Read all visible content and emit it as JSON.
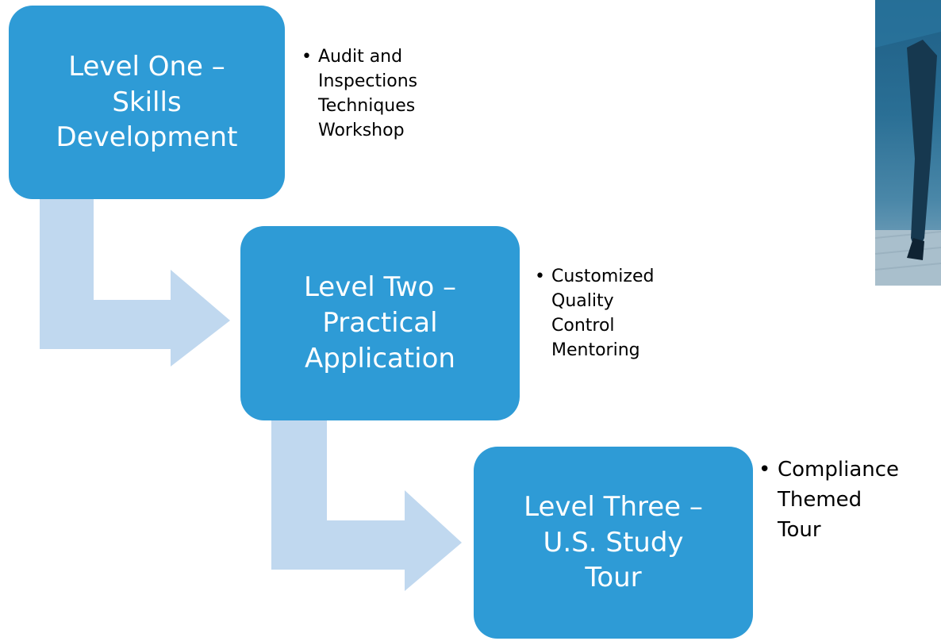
{
  "colors": {
    "box_fill": "#2e9bd6",
    "arrow_fill": "#c0d8ef",
    "box_text": "#ffffff",
    "bullet_text": "#000000"
  },
  "levels": [
    {
      "title": "Level One –\nSkills\nDevelopment",
      "bullet": "Audit and\nInspections\nTechniques\nWorkshop"
    },
    {
      "title": "Level Two –\nPractical\nApplication",
      "bullet": "Customized\nQuality\nControl\nMentoring"
    },
    {
      "title": "Level Three –\nU.S. Study\nTour",
      "bullet": "Compliance\nThemed\nTour"
    }
  ],
  "bullet_glyph": "•"
}
